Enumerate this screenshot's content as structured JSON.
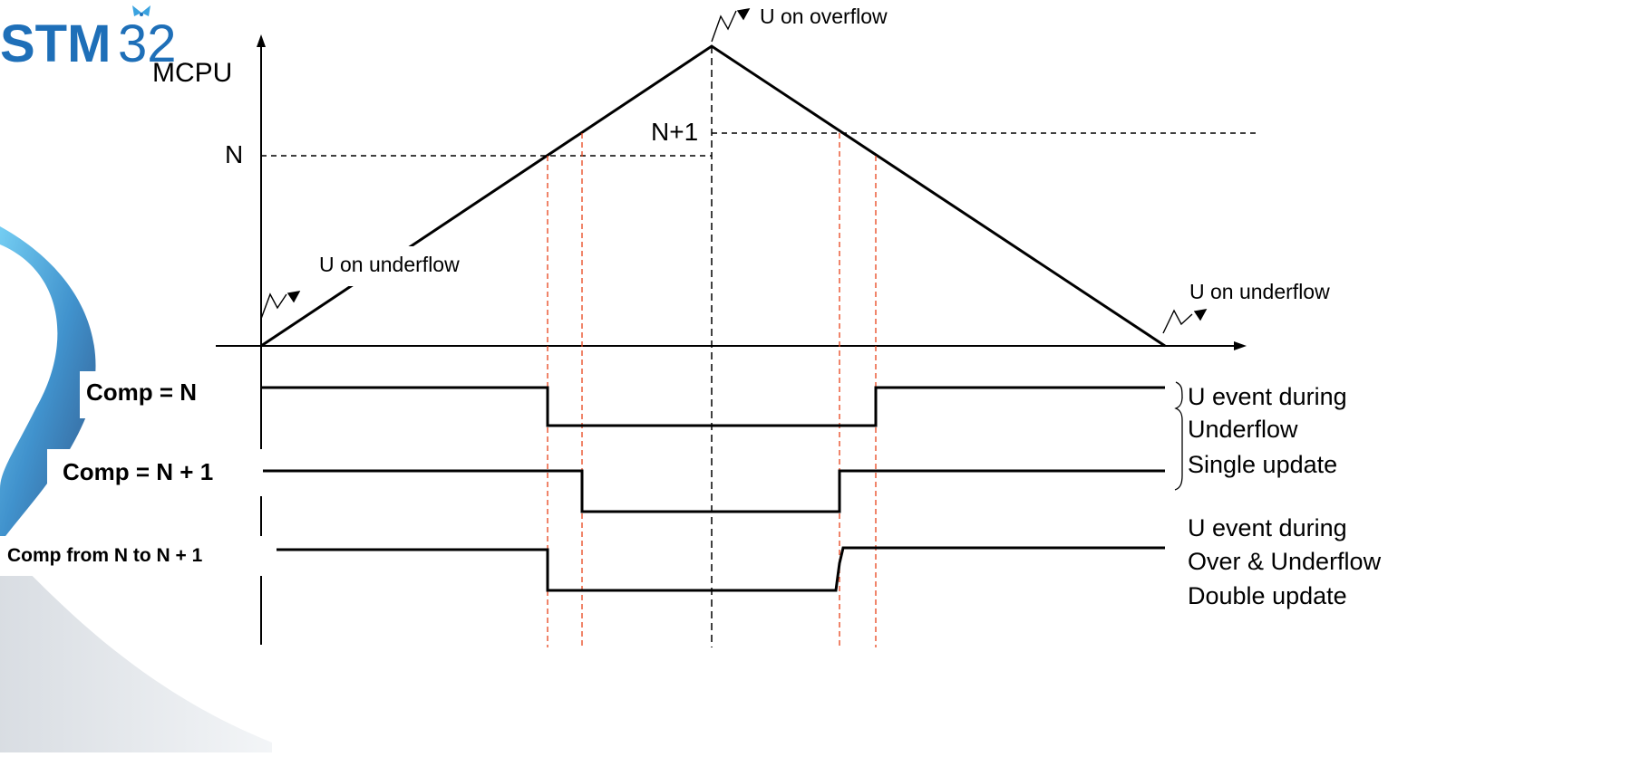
{
  "logo": {
    "text_main": "STM",
    "text_num": "32"
  },
  "axis": {
    "y_label": "MCPU",
    "level_n": "N",
    "level_n1": "N+1"
  },
  "annotations": {
    "overflow": "U on overflow",
    "underflow_left": "U on underflow",
    "underflow_right": "U on underflow"
  },
  "signals": [
    {
      "label": "Comp = N"
    },
    {
      "label": "Comp = N + 1"
    },
    {
      "label": "Comp from N to N + 1"
    }
  ],
  "notes": {
    "single": [
      "U event during",
      "Underflow",
      "Single update"
    ],
    "double": [
      "U event during",
      "Over & Underflow",
      "Double update"
    ]
  },
  "colors": {
    "stroke": "#000000",
    "marker": "#e8431a",
    "logo_blue": "#2a8fd0",
    "logo_dark": "#1e3f7a"
  }
}
